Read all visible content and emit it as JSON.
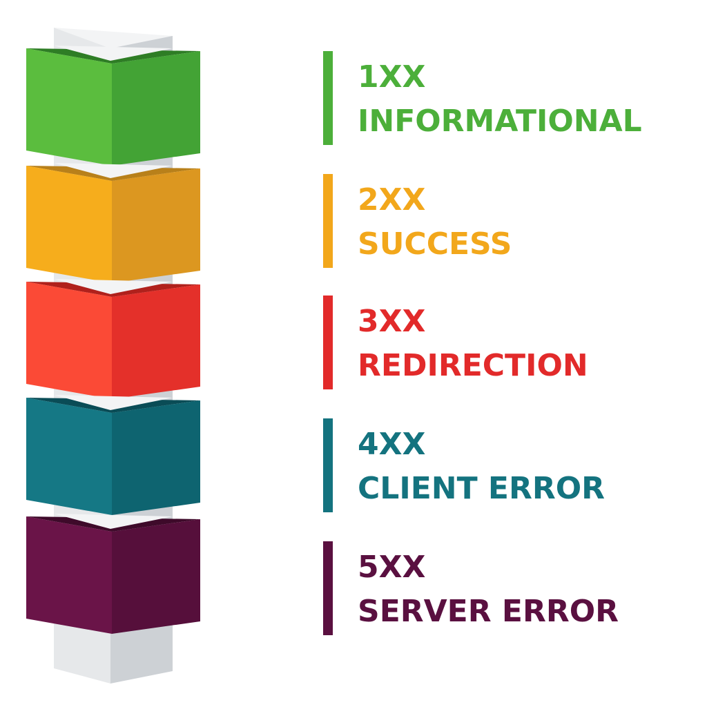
{
  "categories": [
    {
      "code": "1XX",
      "label": "INFORMATIONAL",
      "color": "#4caf3a",
      "color_front": "#5bbd3e",
      "color_side": "#43a335",
      "color_top": "#2e7d25"
    },
    {
      "code": "2XX",
      "label": "SUCCESS",
      "color": "#f2a71b",
      "color_front": "#f6ad1c",
      "color_side": "#dc9720",
      "color_top": "#b8801a"
    },
    {
      "code": "3XX",
      "label": "REDIRECTION",
      "color": "#e22a2a",
      "color_front": "#fb4a36",
      "color_side": "#e4302a",
      "color_top": "#b0211c"
    },
    {
      "code": "4XX",
      "label": "CLIENT ERROR",
      "color": "#14737f",
      "color_front": "#157885",
      "color_side": "#0e6470",
      "color_top": "#0a4c56"
    },
    {
      "code": "5XX",
      "label": "SERVER ERROR",
      "color": "#5a1040",
      "color_front": "#6a1448",
      "color_side": "#560f3b",
      "color_top": "#3e0a2a"
    }
  ],
  "pillar_colors": {
    "front": "#e6e8ea",
    "side": "#cdd1d5",
    "top": "#f3f4f5"
  }
}
